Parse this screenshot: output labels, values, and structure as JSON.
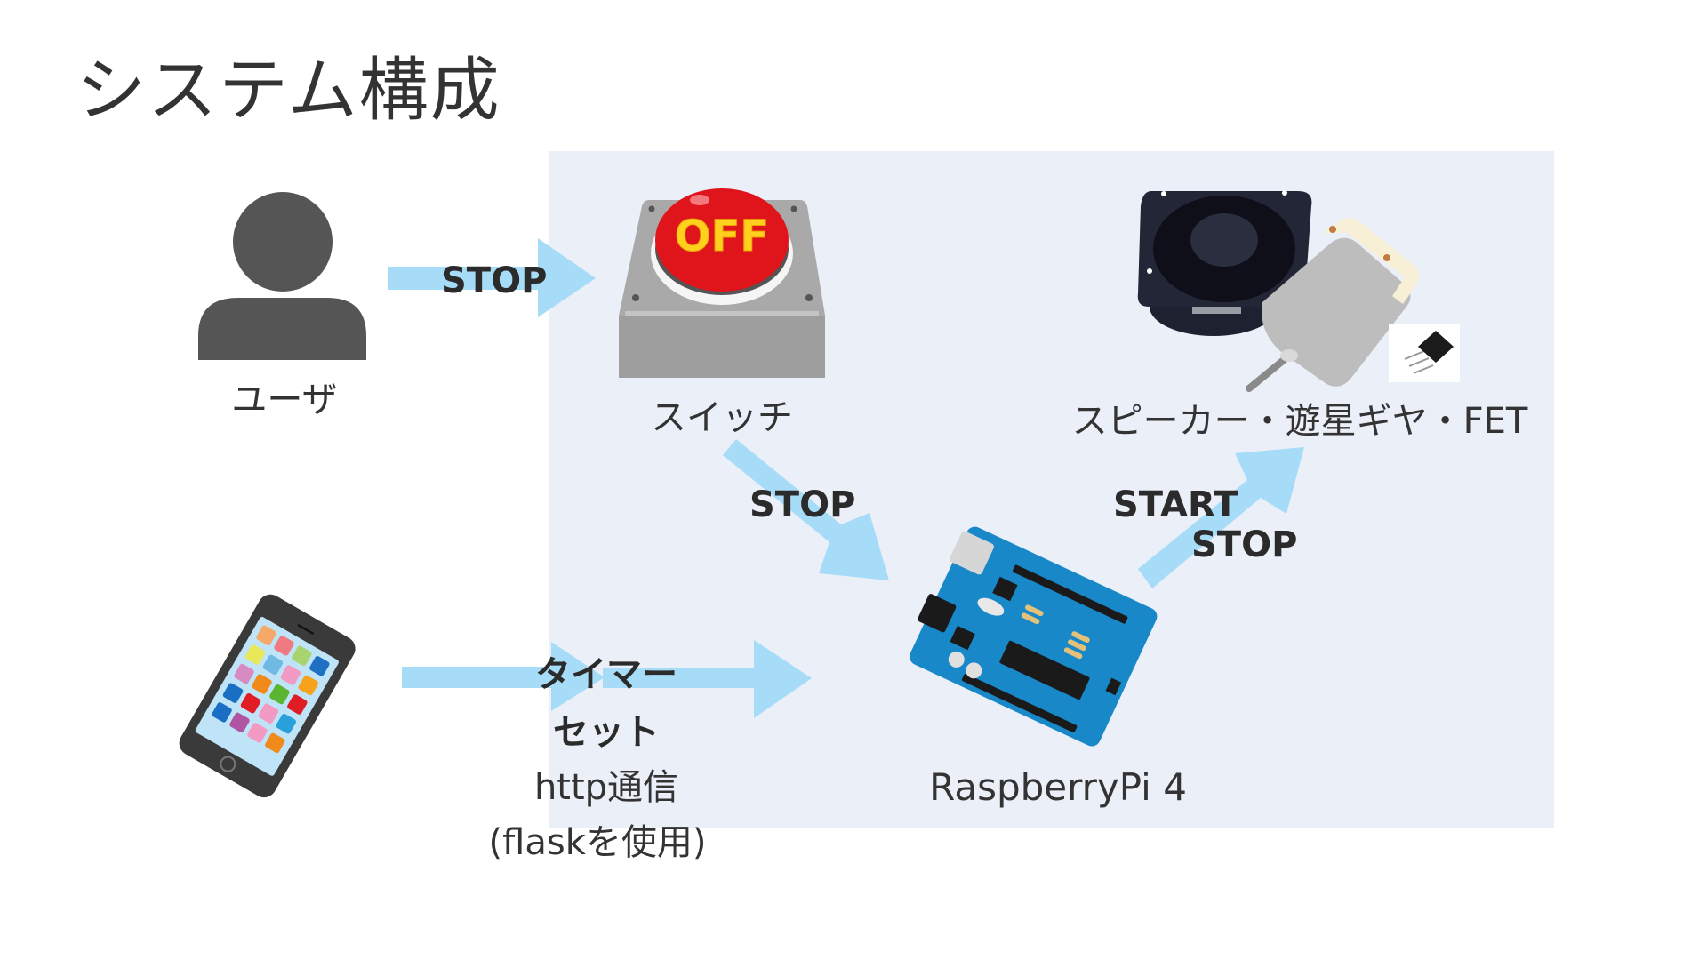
{
  "slide": {
    "title": "システム構成",
    "colors": {
      "background": "#ffffff",
      "system_box": "#eaeff8",
      "arrow": "#a6dcf8",
      "text": "#333333",
      "user_icon": "#555555"
    }
  },
  "nodes": {
    "user": {
      "label": "ユーザ",
      "icon": "person-icon"
    },
    "switch": {
      "label": "スイッチ",
      "icon": "off-button-icon",
      "button_text": "OFF"
    },
    "actuators": {
      "label": "スピーカー・遊星ギヤ・FET",
      "icons": [
        "speaker-icon",
        "dc-motor-icon",
        "fet-transistor-icon"
      ]
    },
    "smartphone": {
      "icon": "smartphone-icon"
    },
    "controller": {
      "label": "RaspberryPi 4",
      "icon": "microcontroller-board-icon"
    }
  },
  "edges": [
    {
      "from": "user",
      "to": "switch",
      "label": "STOP"
    },
    {
      "from": "switch",
      "to": "controller",
      "label": "STOP"
    },
    {
      "from": "controller",
      "to": "actuators",
      "label_lines": [
        "START",
        "STOP"
      ]
    },
    {
      "from": "smartphone",
      "to": "controller",
      "label_lines": [
        "タイマー",
        "セット"
      ],
      "sublabel_lines": [
        "http通信",
        "(flaskを使用)"
      ]
    }
  ]
}
